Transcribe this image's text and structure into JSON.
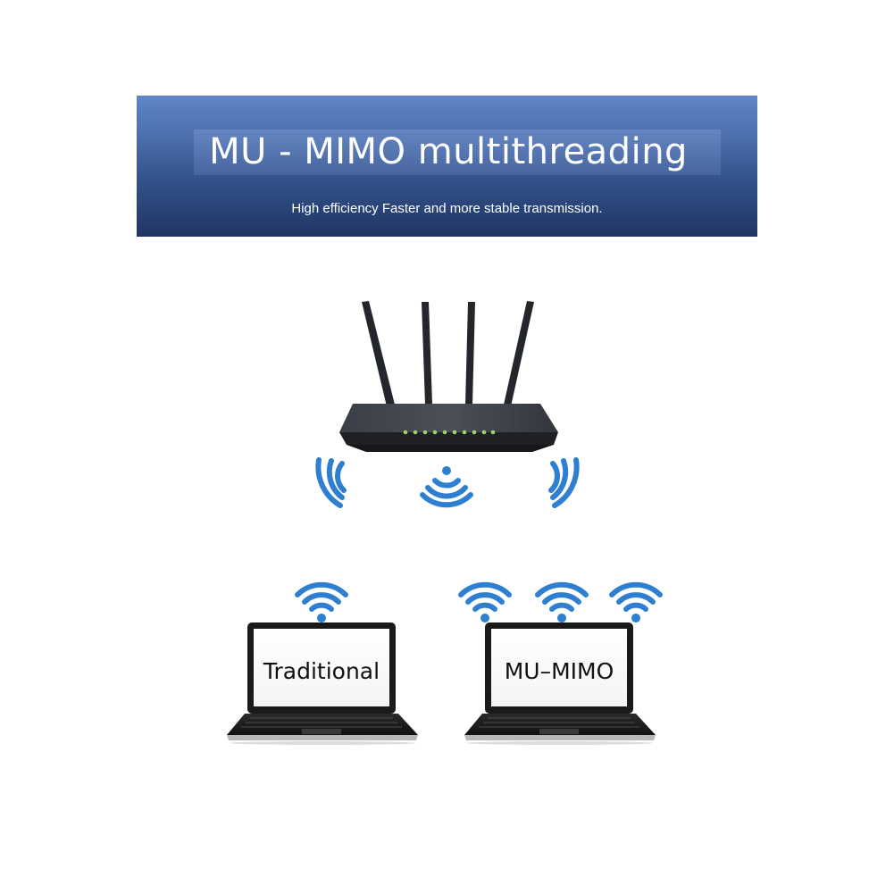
{
  "banner": {
    "title": "MU - MIMO multithreading",
    "subtitle": "High efficiency Faster and more stable transmission."
  },
  "laptops": {
    "left_label": "Traditional",
    "right_label": "MU–MIMO"
  },
  "colors": {
    "wifi_blue": "#2f7fd0",
    "router_body": "#2b2e34",
    "led_green": "#9bd36a",
    "laptop_frame": "#1c1c1c"
  },
  "icons": {
    "router": "wifi-router-icon",
    "signal": "wifi-signal-icon",
    "laptop": "laptop-icon"
  }
}
